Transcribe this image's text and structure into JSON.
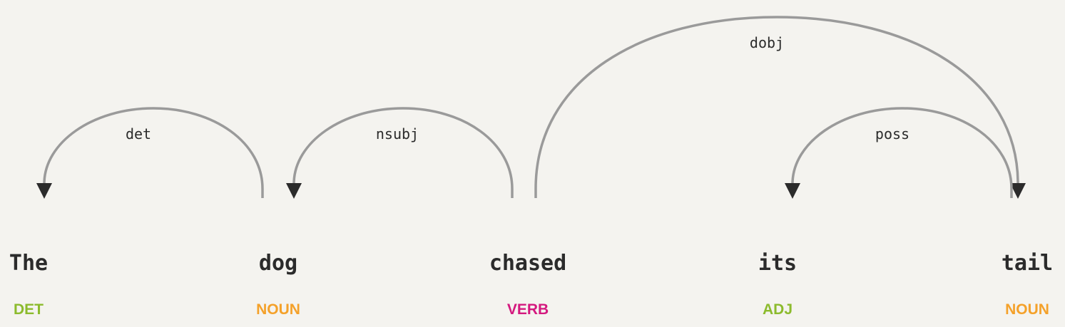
{
  "tokens": [
    {
      "text": "The",
      "tag": "DET",
      "tag_color": "#8cbb2d"
    },
    {
      "text": "dog",
      "tag": "NOUN",
      "tag_color": "#f4a12a"
    },
    {
      "text": "chased",
      "tag": "VERB",
      "tag_color": "#d4197f"
    },
    {
      "text": "its",
      "tag": "ADJ",
      "tag_color": "#8cbb2d"
    },
    {
      "text": "tail",
      "tag": "NOUN",
      "tag_color": "#f4a12a"
    }
  ],
  "arcs": [
    {
      "label": "det",
      "head": 1,
      "dependent": 0
    },
    {
      "label": "nsubj",
      "head": 2,
      "dependent": 1
    },
    {
      "label": "dobj",
      "head": 2,
      "dependent": 4
    },
    {
      "label": "poss",
      "head": 4,
      "dependent": 3
    }
  ],
  "colors": {
    "background": "#f4f3ef",
    "arc": "#9a9a9a",
    "text": "#2b2b2b"
  }
}
